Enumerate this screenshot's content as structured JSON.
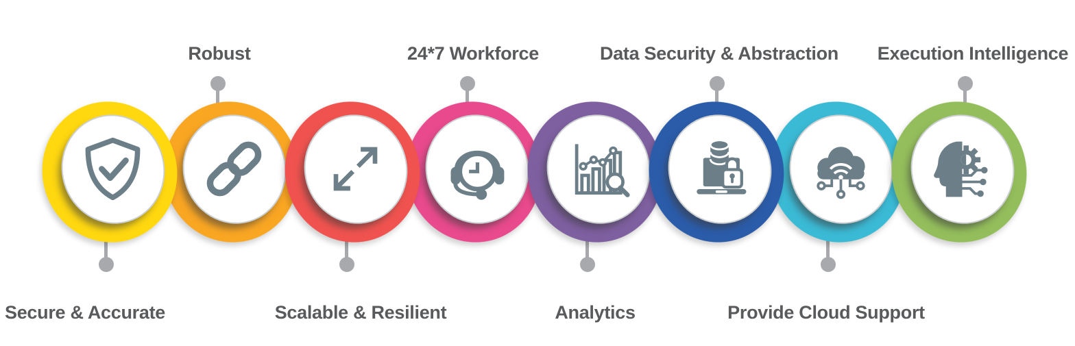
{
  "colors": {
    "icon": "#6C7F88",
    "label_text": "#595A5C",
    "connector": "#A7A9AC",
    "disc_border": "#CDD0D2",
    "disc_fill": "#FFFFFF"
  },
  "items": [
    {
      "id": "secure-accurate",
      "label": "Secure & Accurate",
      "label_position": "bottom",
      "ring_color": "#FFD810",
      "icon": "shield-check-icon"
    },
    {
      "id": "robust",
      "label": "Robust",
      "label_position": "top",
      "ring_color": "#F9A623",
      "icon": "chain-link-icon"
    },
    {
      "id": "scalable-resilient",
      "label": "Scalable & Resilient",
      "label_position": "bottom",
      "ring_color": "#F0534F",
      "icon": "expand-arrows-icon"
    },
    {
      "id": "workforce-24-7",
      "label": "24*7 Workforce",
      "label_position": "top",
      "ring_color": "#E94A8D",
      "icon": "headset-clock-icon"
    },
    {
      "id": "analytics",
      "label": "Analytics",
      "label_position": "bottom",
      "ring_color": "#7E5FA0",
      "icon": "bar-chart-magnifier-icon"
    },
    {
      "id": "data-security",
      "label": "Data Security & Abstraction",
      "label_position": "top",
      "ring_color": "#2B5CAA",
      "icon": "laptop-database-lock-icon"
    },
    {
      "id": "provide-cloud-support",
      "label": "Provide Cloud Support",
      "label_position": "bottom",
      "ring_color": "#3BBAD5",
      "icon": "cloud-network-icon"
    },
    {
      "id": "execution-intelligence",
      "label": "Execution Intelligence",
      "label_position": "top",
      "ring_color": "#94BE5C",
      "icon": "head-gears-icon"
    }
  ]
}
